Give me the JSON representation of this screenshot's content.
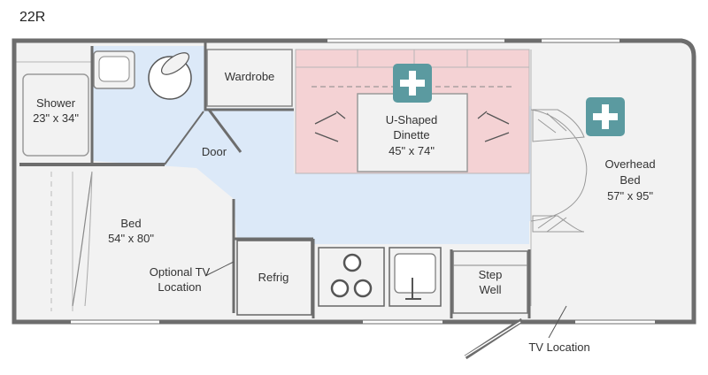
{
  "model": "22R",
  "labels": {
    "shower": "Shower",
    "shower_dim": "23\" x 34\"",
    "wardrobe": "Wardrobe",
    "door": "Door",
    "dinette": "U-Shaped",
    "dinette2": "Dinette",
    "dinette_dim": "45\" x 74\"",
    "overhead": "Overhead",
    "overhead2": "Bed",
    "overhead_dim": "57\" x 95\"",
    "bed": "Bed",
    "bed_dim": "54\" x 80\"",
    "opt_tv": "Optional TV",
    "opt_tv2": "Location",
    "refrig": "Refrig",
    "step": "Step",
    "step2": "Well",
    "tv_location": "TV Location"
  },
  "colors": {
    "wall": "#6d6d6d",
    "floor": "#dce9f8",
    "dinette": "#f4d2d4",
    "fixture": "#f2f2f2",
    "icon": "#5b9aa0"
  },
  "icons": [
    "plus-icon",
    "plus-icon"
  ]
}
